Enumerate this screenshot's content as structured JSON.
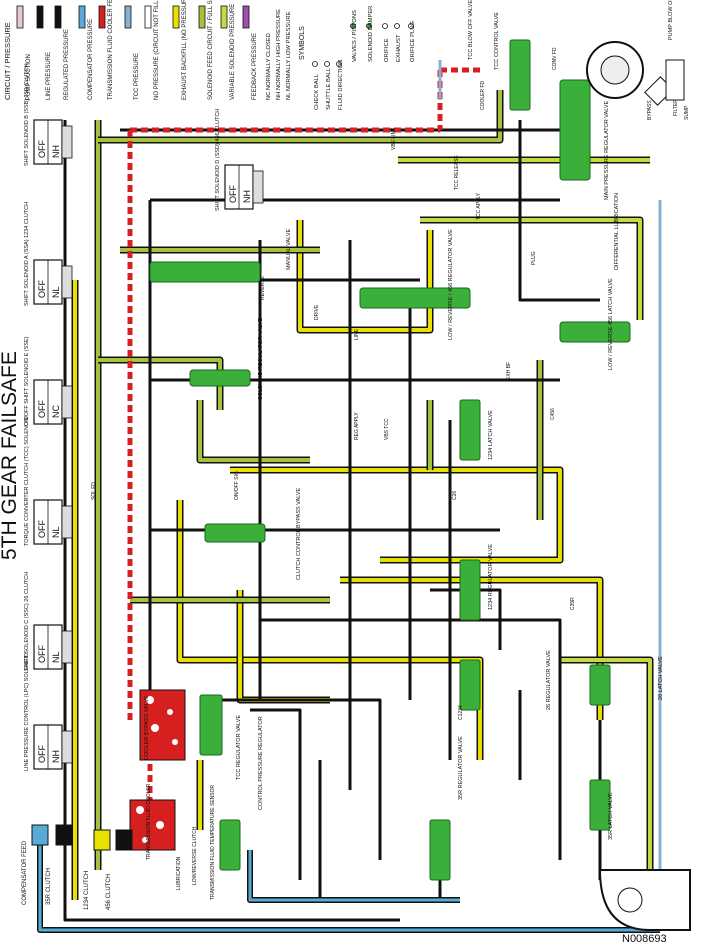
{
  "title": "5TH GEAR FAILSAFE",
  "figure_id": "N008693",
  "legend": {
    "header": "CIRCUIT / PRESSURE",
    "items": [
      {
        "label": "PUMP SUCTION",
        "color": "#e8c8d8"
      },
      {
        "label": "LINE PRESSURE",
        "color": "#111111"
      },
      {
        "label": "REGULATED PRESSURE",
        "color": "#111111"
      },
      {
        "label": "COMPENSATOR PRESSURE",
        "color": "#5aaad8"
      },
      {
        "label": "TRANSMISSION FLUID COOLER FEED / LUBRICATION",
        "color": "#d62020"
      },
      {
        "label": "TCC PRESSURE",
        "color": "#8ab0d0"
      },
      {
        "label": "NO PRESSURE (CIRCUIT NOT FILLED / VALVE EXHAUST CIRCUIT)",
        "color": "#ffffff"
      },
      {
        "label": "EXHAUST BACKFILL (NO PRESSURE)",
        "color": "#e8e000"
      },
      {
        "label": "SOLENOID FEED CIRCUIT / FULL SOLENOID PRESSURE",
        "color": "#a4c23c"
      },
      {
        "label": "VARIABLE SOLENOID PRESSURE",
        "color": "#c8d840"
      },
      {
        "label": "FEEDBACK PRESSURE",
        "color": "#a050b0"
      }
    ],
    "notes": [
      "NC NORMALLY CLOSED",
      "NH NORMALLY HIGH PRESSURE",
      "NL NORMALLY LOW PRESSURE"
    ],
    "symbols_header": "SYMBOLS",
    "symbols": [
      "CHECK BALL",
      "SHUTTLE BALL",
      "FLUID DIRECTION",
      "VALVES / PISTONS",
      "SOLENOID DAMPER",
      "ORIFICE",
      "EXHAUST",
      "ORIFICE PLUG"
    ]
  },
  "solenoids": [
    {
      "state": "OFF",
      "mode": "NH",
      "label": "SHIFT SOLENOID B (SSB) 35R CLUTCH"
    },
    {
      "state": "OFF",
      "mode": "NL",
      "label": "SHIFT SOLENOID A (SSA) 1234 CLUTCH"
    },
    {
      "state": "OFF",
      "mode": "NC",
      "label": "ON/OFF SHIFT SOLENOID E (SSE)"
    },
    {
      "state": "OFF",
      "mode": "NL",
      "label": "TORQUE CONVERTER CLUTCH (TCC) SOLENOID"
    },
    {
      "state": "OFF",
      "mode": "NL",
      "label": "SHIFT SOLENOID C (SSC) 26 CLUTCH"
    },
    {
      "state": "OFF",
      "mode": "NH",
      "label": "LINE PRESSURE CONTROL (LPC) SOLENOID"
    },
    {
      "state": "OFF",
      "mode": "NH",
      "label": "SHIFT SOLENOID D (SSD) 456 CLUTCH"
    }
  ],
  "clutches": [
    {
      "label": "COMPENSATOR FEED"
    },
    {
      "label": "35R CLUTCH"
    },
    {
      "label": "1234 CLUTCH"
    },
    {
      "label": "456 CLUTCH"
    }
  ],
  "valve_labels": [
    "MAIN PRESSURE REGULATOR VALVE",
    "TCC CONTROL VALVE",
    "TCC BLOW OFF VALVE",
    "PUMP BLOW OFF VALVE",
    "LOW / REVERSE / 456 REGULATOR VALVE",
    "LOW / REVERSE 456 LATCH VALVE",
    "DIFFERENTIAL LUBRICATION",
    "MANUAL VALVE",
    "SOLENOID REGULATOR VALVE",
    "CLUTCH CONTROL BYPASS VALVE",
    "1234 LATCH VALVE",
    "1234 REGULATOR VALVE",
    "26 REGULATOR VALVE",
    "26 LATCH VALVE",
    "TCC REGULATOR VALVE",
    "COOLER BYPASS VALVE",
    "CONTROL PRESSURE REGULATOR",
    "35R REGULATOR VALVE",
    "35R LATCH VALVE"
  ],
  "misc_labels": [
    "TRANSMISSION FLUID COOLER",
    "LUBRICATION",
    "LOW/REVERSE CLUTCH",
    "TRANSMISSION FLUID TEMPERATURE SENSOR",
    "FILTER",
    "SUMP",
    "BYPASS",
    "LINE",
    "DRIVE",
    "REVERSE",
    "REG APPLY",
    "VBS TCC",
    "VBS LINE",
    "SOL FD",
    "EXH BF",
    "TCC APPLY",
    "TCC RELEASE",
    "COOLER FD",
    "CONV FD",
    "PLUG",
    "C1234",
    "C26",
    "C35R",
    "C456",
    "ON/OFF SIG"
  ]
}
